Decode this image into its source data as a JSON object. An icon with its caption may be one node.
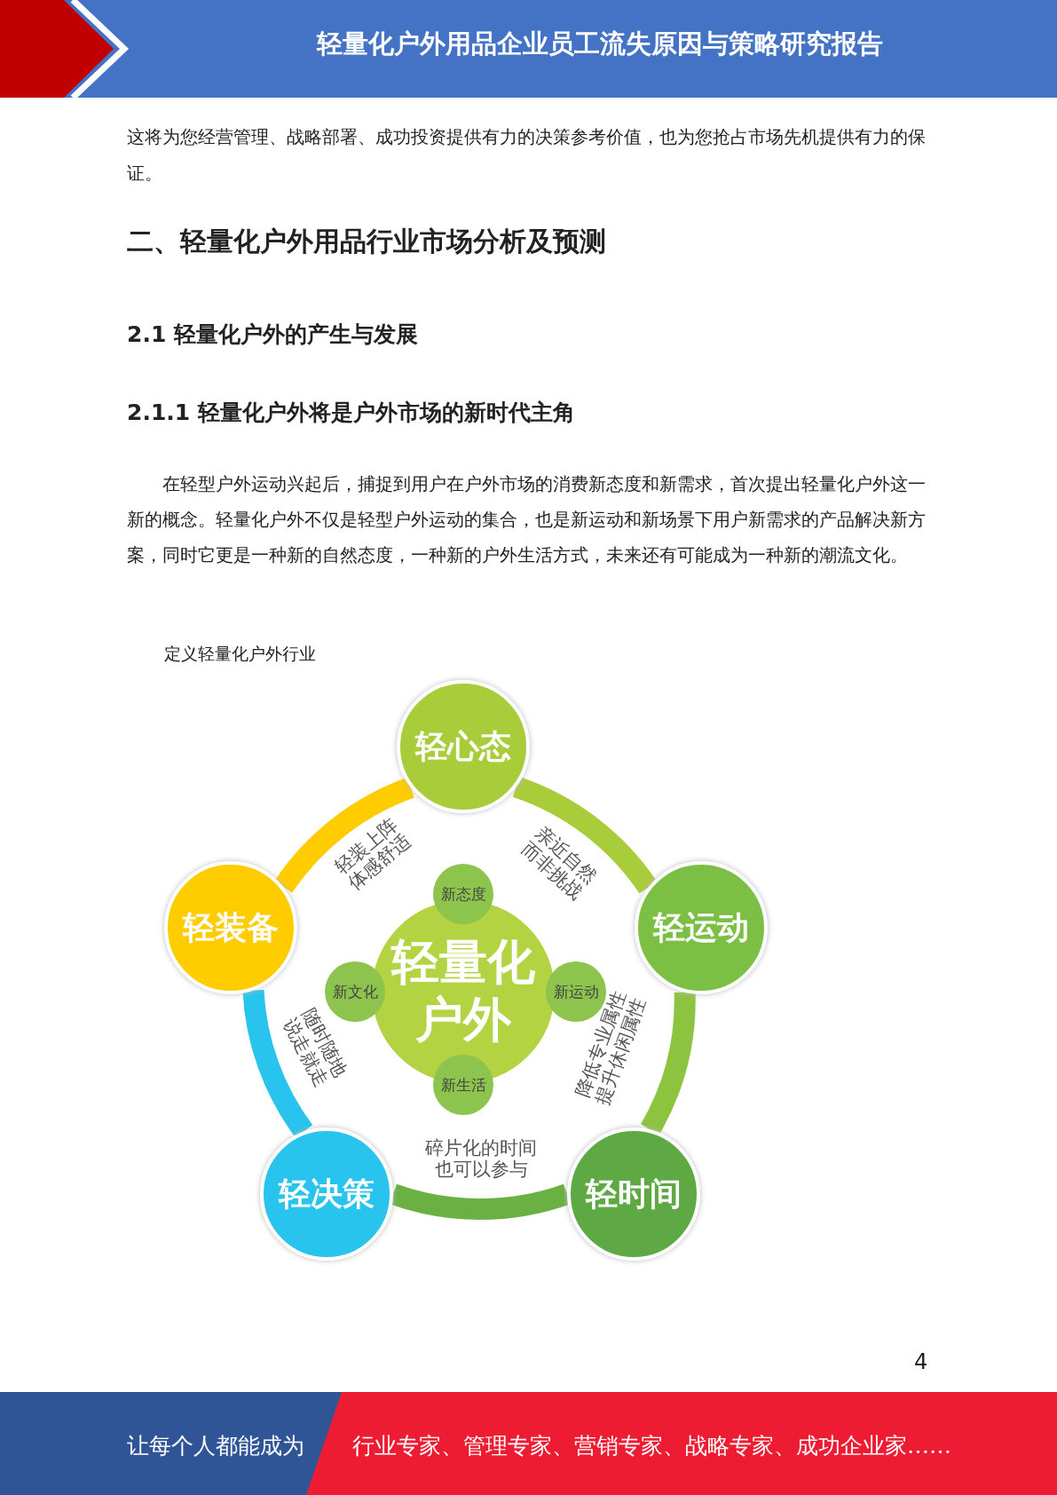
{
  "diagram": {
    "title": "轻量化户外用品企业员工流失原因与策略研究报告",
    "caption": "定义轻量化户外行业",
    "nodes": [
      {
        "text": [
          "轻心态"
        ]
      },
      {
        "text": [
          "轻运动"
        ]
      },
      {
        "text": [
          "轻时间"
        ]
      },
      {
        "text": [
          "轻决策"
        ]
      },
      {
        "text": [
          "轻装备"
        ]
      },
      {
        "text": [
          "轻量化户外"
        ]
      },
      {
        "text": [
          "新态度"
        ]
      },
      {
        "text": [
          "新运动"
        ]
      },
      {
        "text": [
          "新生活"
        ]
      },
      {
        "text": [
          "新文化"
        ]
      }
    ],
    "edges": [
      {
        "from": 4,
        "to": 0,
        "arrow": "none",
        "label": "轻装上阵体感舒适",
        "color": "#ffcc00"
      },
      {
        "from": 0,
        "to": 1,
        "arrow": "none",
        "label": "亲近自然而非挑战",
        "color": "#a9cc3a"
      },
      {
        "from": 1,
        "to": 2,
        "arrow": "none",
        "label": "降低专业属性提升休闲属性",
        "color": "#8cc43f"
      },
      {
        "from": 2,
        "to": 3,
        "arrow": "none",
        "label": "碎片化的时间也可以参与",
        "color": "#6ab043"
      },
      {
        "from": 3,
        "to": 4,
        "arrow": "none",
        "label": "随时随地说走就走",
        "color": "#29c4ee"
      }
    ],
    "labels": [
      "这将为您经营管理、战略部署、成功投资提供有力的决策参考价值，也为您抢占市场先机提供有力的保证。",
      "二、轻量化户外用品行业市场分析及预测",
      "2.1 轻量化户外的产生与发展",
      "2.1.1 轻量化户外将是户外市场的新时代主角",
      "在轻型户外运动兴起后，捕捉到用户在户外市场的消费新态度和新需求，首次提出轻量化户外这一新的概念。轻量化户外不仅是轻型户外运动的集合，也是新运动和新场景下用户新需求的产品解决新方案，同时它更是一种新的自然态度，一种新的户外生活方式，未来还有可能成为一种新的潮流文化。",
      "4",
      "让每个人都能成为",
      "行业专家、管理专家、营销专家、战略专家、成功企业家……"
    ]
  }
}
